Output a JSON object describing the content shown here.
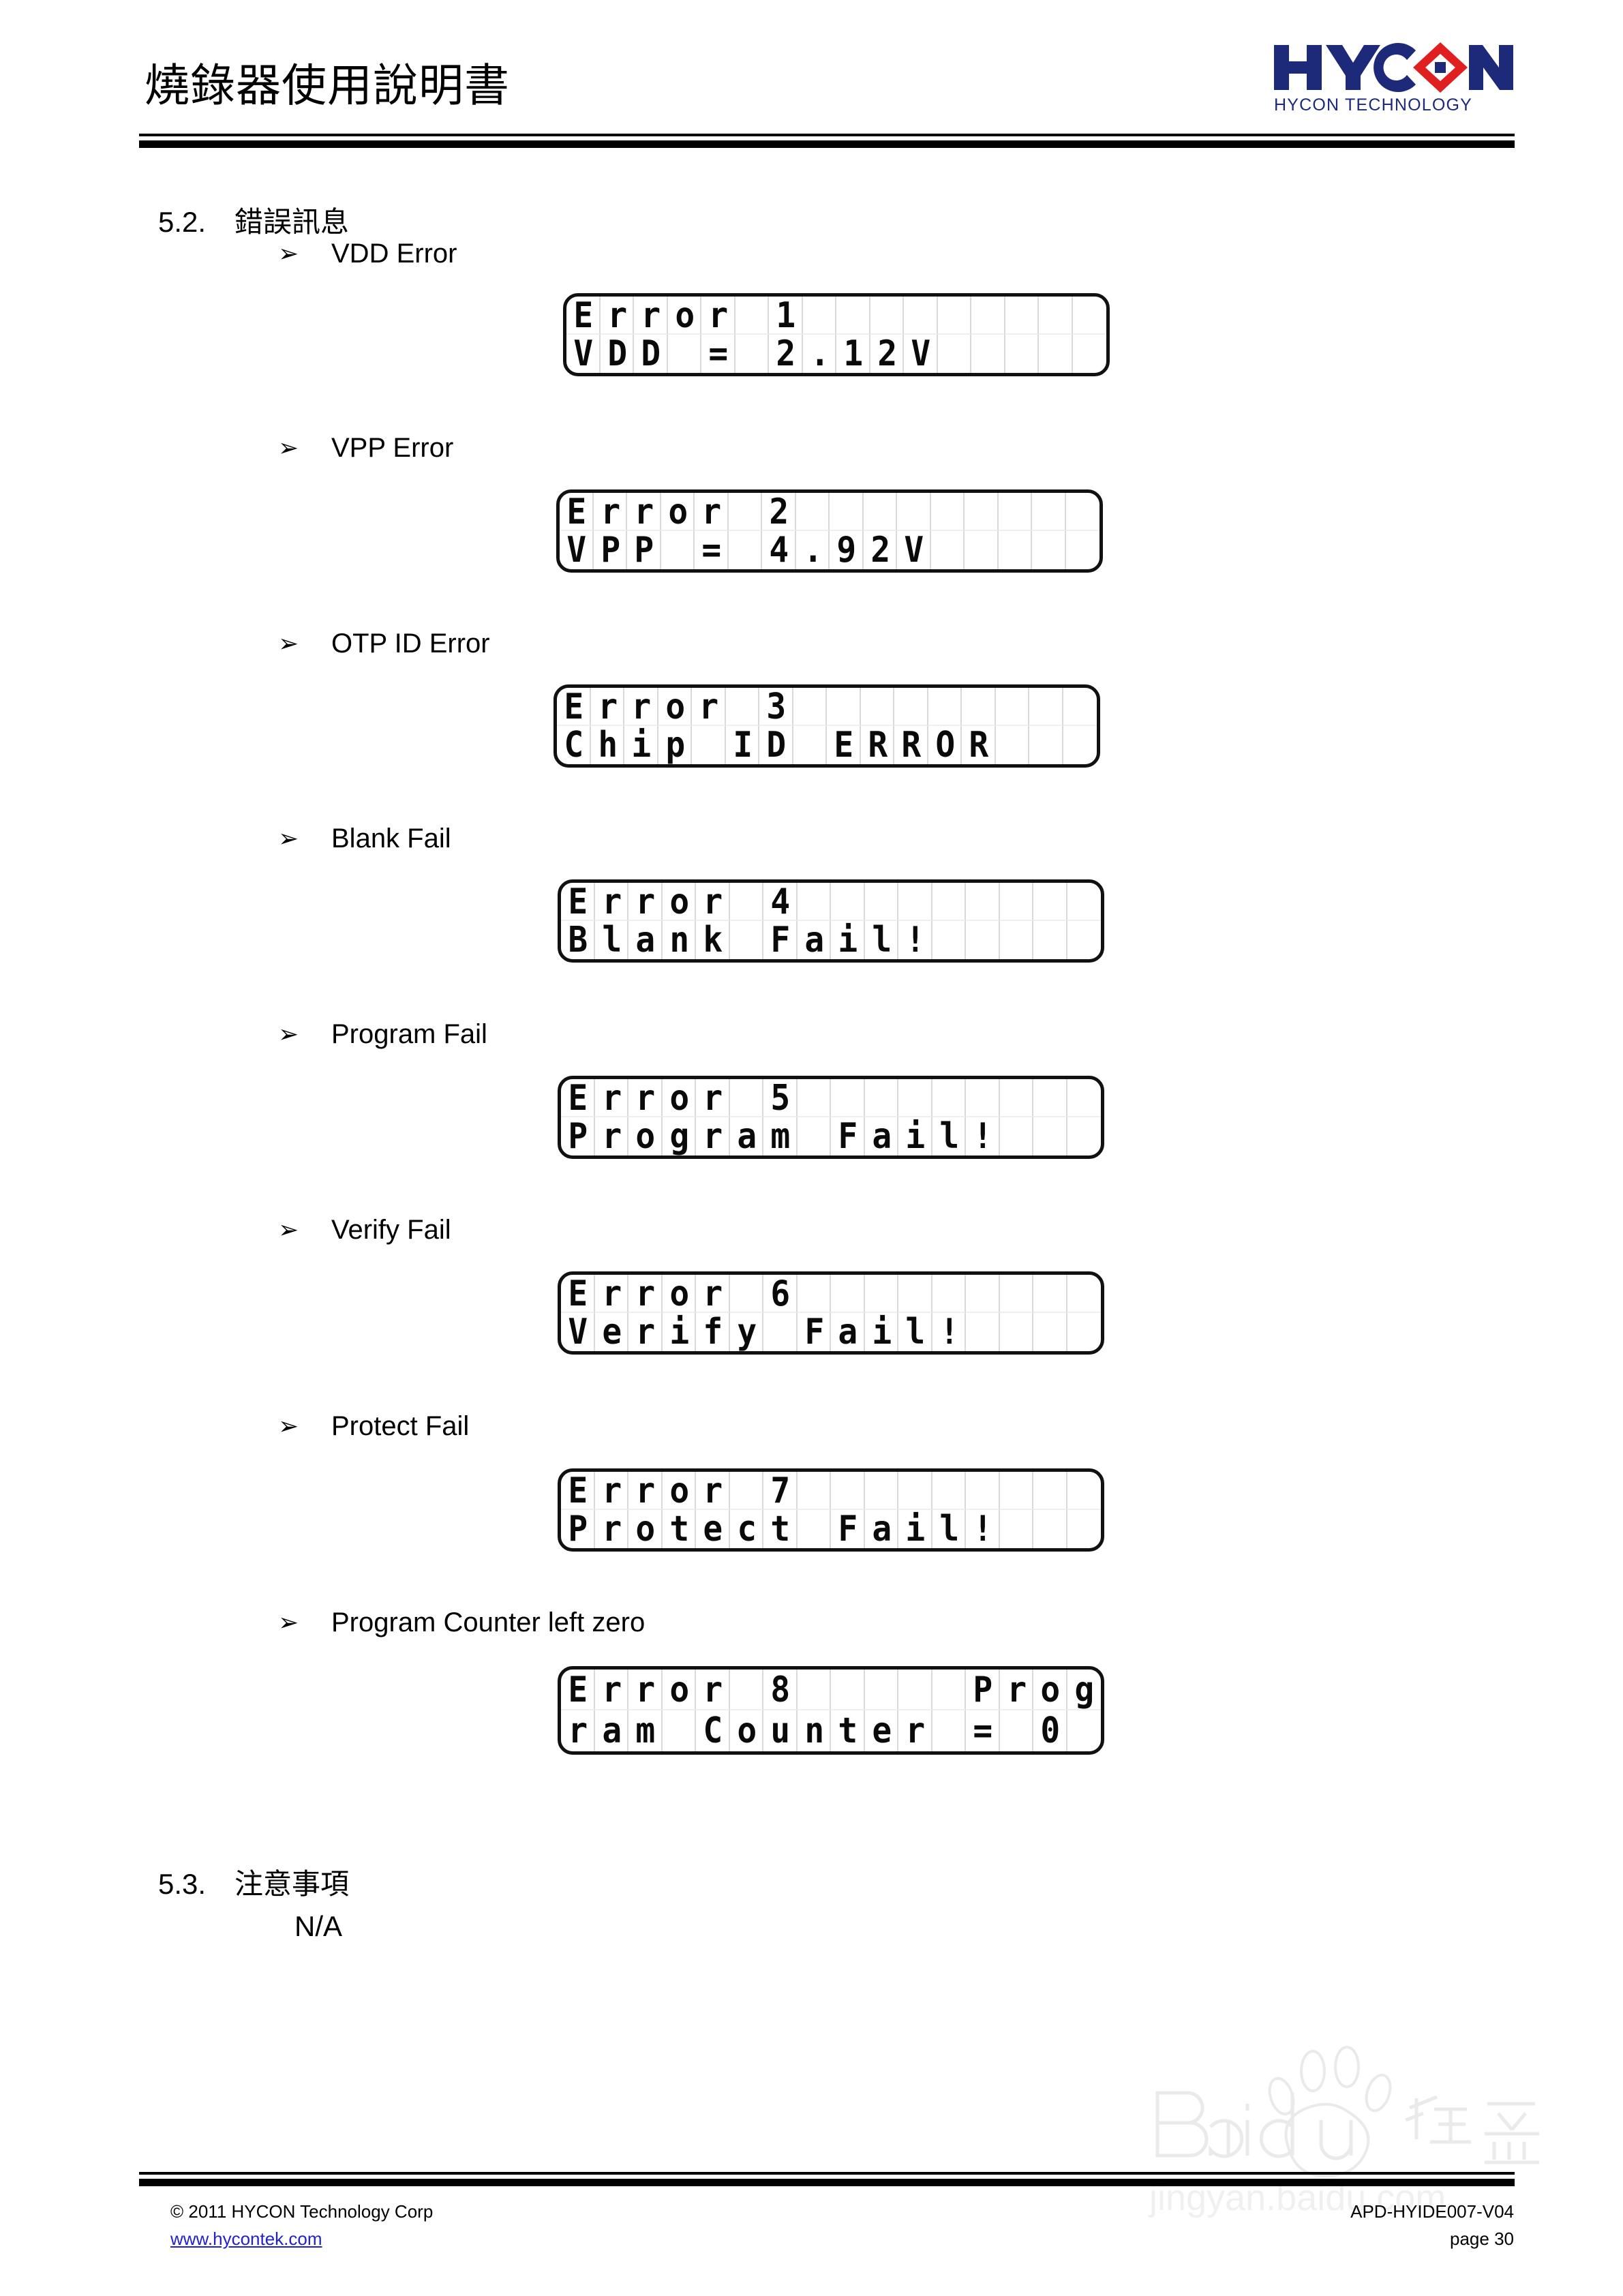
{
  "header": {
    "title": "燒錄器使用說明書",
    "logo": {
      "wordmark": "HYCON",
      "tagline": "HYCON TECHNOLOGY",
      "brand_color": "#1d2a7a",
      "accent_color": "#e02020"
    }
  },
  "sections": [
    {
      "number": "5.2.",
      "title": "錯誤訊息"
    },
    {
      "number": "5.3.",
      "title": "注意事項",
      "body": "N/A"
    }
  ],
  "bullet_glyph": "➢",
  "errors": [
    {
      "label": "VDD Error",
      "line1": "Error 1",
      "line2": "VDD = 2.12V"
    },
    {
      "label": "VPP Error",
      "line1": "Error 2",
      "line2": "VPP = 4.92V"
    },
    {
      "label": "OTP ID Error",
      "line1": "Error 3",
      "line2": "Chip ID ERROR"
    },
    {
      "label": "Blank Fail",
      "line1": "Error 4",
      "line2": "Blank Fail!"
    },
    {
      "label": "Program Fail",
      "line1": "Error 5",
      "line2": "Program Fail!"
    },
    {
      "label": "Verify Fail",
      "line1": "Error 6",
      "line2": "Verify Fail!"
    },
    {
      "label": "Protect Fail",
      "line1": "Error 7",
      "line2": "Protect Fail!"
    },
    {
      "label": "Program Counter left zero",
      "line1": "Error 8     Prog",
      "line2": "ram Counter = 0"
    }
  ],
  "watermark": {
    "brand": "Bai",
    "brand2": "du",
    "cn": "经验",
    "url": "jingyan.baidu.com"
  },
  "footer": {
    "copyright": "© 2011 HYCON Technology Corp",
    "website": "www.hycontek.com",
    "doc_id": "APD-HYIDE007-V04",
    "page": "page 30"
  }
}
